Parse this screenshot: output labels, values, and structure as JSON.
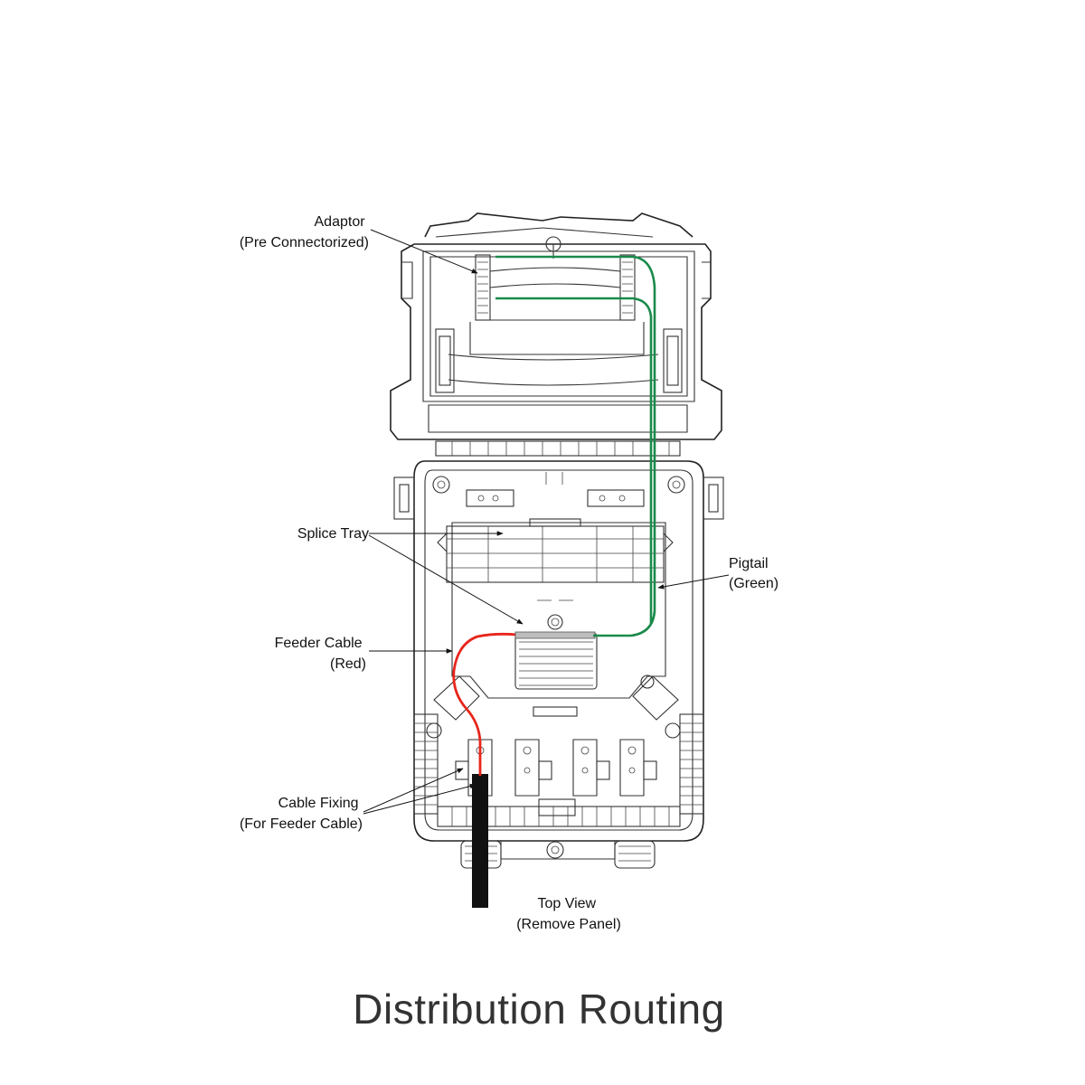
{
  "title": "Distribution Routing",
  "labels": {
    "adaptor": [
      "Adaptor",
      "(Pre Connectorized)"
    ],
    "splice_tray": [
      "Splice Tray"
    ],
    "pigtail": [
      "Pigtail",
      "(Green)"
    ],
    "feeder_cable": [
      "Feeder Cable",
      "(Red)"
    ],
    "cable_fixing": [
      "Cable Fixing",
      "(For Feeder Cable)"
    ],
    "view": [
      "Top View",
      "(Remove Panel)"
    ]
  },
  "colors": {
    "feeder_cable": "#e8251c",
    "pigtail": "#1a8a4a",
    "outline": "#222222",
    "cable_black": "#111111"
  }
}
